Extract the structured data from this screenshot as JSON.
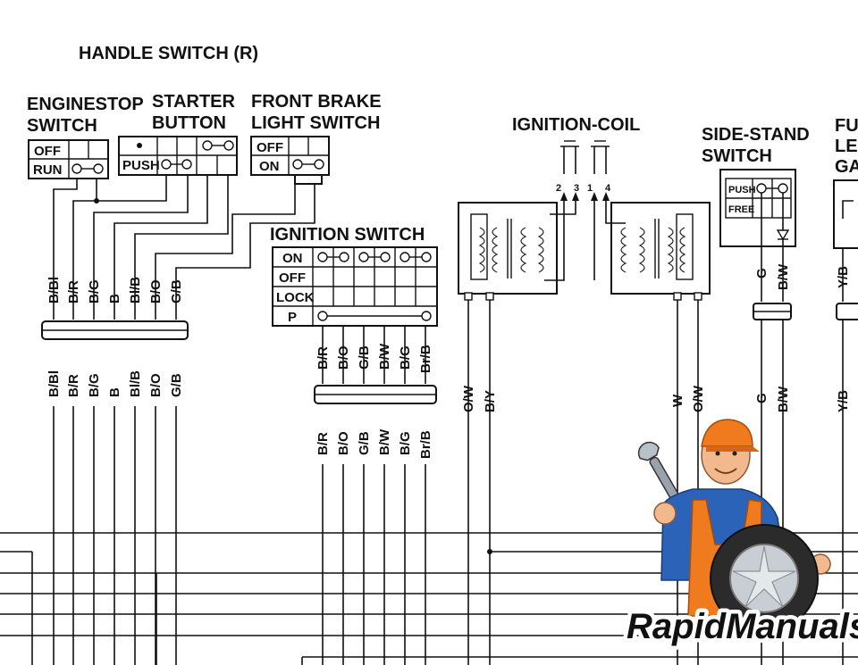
{
  "titles": {
    "handle_switch": "HANDLE SWITCH (R)",
    "enginestop": [
      "ENGINESTOP",
      "SWITCH"
    ],
    "starter": [
      "STARTER",
      "BUTTON"
    ],
    "front_brake": [
      "FRONT BRAKE",
      "LIGHT SWITCH"
    ],
    "ignition_switch": "IGNITION SWITCH",
    "ignition_coil": "IGNITION-COIL",
    "side_stand": [
      "SIDE-STAND",
      "SWITCH"
    ],
    "fuel_partial": [
      "FU",
      "LE",
      "GA"
    ]
  },
  "enginestop_rows": [
    "OFF",
    "RUN"
  ],
  "starter_row": "PUSH",
  "front_brake_rows": [
    "OFF",
    "ON"
  ],
  "ignition_rows": [
    "ON",
    "OFF",
    "LOCK",
    "P"
  ],
  "side_stand_rows": [
    "PUSH",
    "FREE"
  ],
  "coil_pins": [
    "2",
    "3",
    "1",
    "4"
  ],
  "wire_labels": {
    "handle_upper": [
      "B/Bl",
      "B/R",
      "B/G",
      "B",
      "Bl/B",
      "B/O",
      "G/B"
    ],
    "handle_lower": [
      "B/Bl",
      "B/R",
      "B/G",
      "B",
      "Bl/B",
      "B/O",
      "G/B"
    ],
    "ignition_upper": [
      "B/R",
      "B/O",
      "G/B",
      "B/W",
      "B/G",
      "Br/B"
    ],
    "ignition_lower": [
      "B/R",
      "B/O",
      "G/B",
      "B/W",
      "B/G",
      "Br/B"
    ],
    "coil_left": [
      "O/W",
      "B/Y"
    ],
    "coil_right": [
      "W",
      "O/W"
    ],
    "side_upper": [
      "G",
      "B/W"
    ],
    "side_lower": [
      "G",
      "B/W"
    ],
    "fuel_upper": "Y/B",
    "fuel_lower": "Y/B"
  },
  "logo": "RapidManuals"
}
